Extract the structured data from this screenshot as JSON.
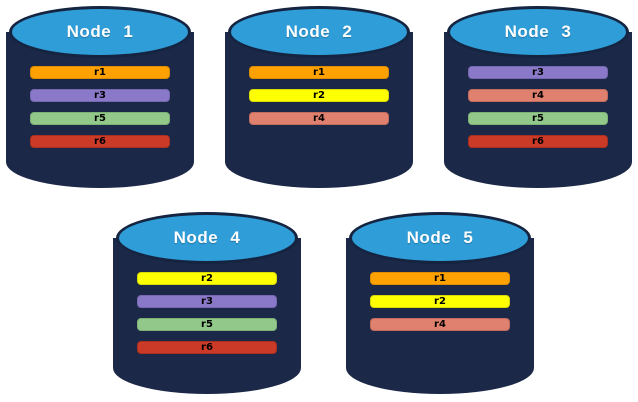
{
  "diagram": {
    "description": "Five database nodes with replicated partitions",
    "nodes": [
      {
        "name": "Node 1",
        "partitions": [
          "r1",
          "r3",
          "r5",
          "r6"
        ]
      },
      {
        "name": "Node 2",
        "partitions": [
          "r1",
          "r2",
          "r4"
        ]
      },
      {
        "name": "Node 3",
        "partitions": [
          "r3",
          "r4",
          "r5",
          "r6"
        ]
      },
      {
        "name": "Node 4",
        "partitions": [
          "r2",
          "r3",
          "r5",
          "r6"
        ]
      },
      {
        "name": "Node 5",
        "partitions": [
          "r1",
          "r2",
          "r4"
        ]
      }
    ],
    "partition_colors": {
      "r1": {
        "fill": "#FFA101",
        "border": "#DE8C00"
      },
      "r2": {
        "fill": "#FEFF00",
        "border": "#D9DA00"
      },
      "r3": {
        "fill": "#8A79C8",
        "border": "#7668AE"
      },
      "r4": {
        "fill": "#E0806E",
        "border": "#C16C5C"
      },
      "r5": {
        "fill": "#92C98B",
        "border": "#7DB176"
      },
      "r6": {
        "fill": "#CB3A27",
        "border": "#A93020"
      }
    },
    "theme": {
      "cylinder_body": "#1B2847",
      "cylinder_top": "#2F9DD8",
      "cylinder_outline": "#152441",
      "node_label_color": "#FFFFFF",
      "partition_label_color": "#000000",
      "background": "#FFFFFF"
    }
  }
}
